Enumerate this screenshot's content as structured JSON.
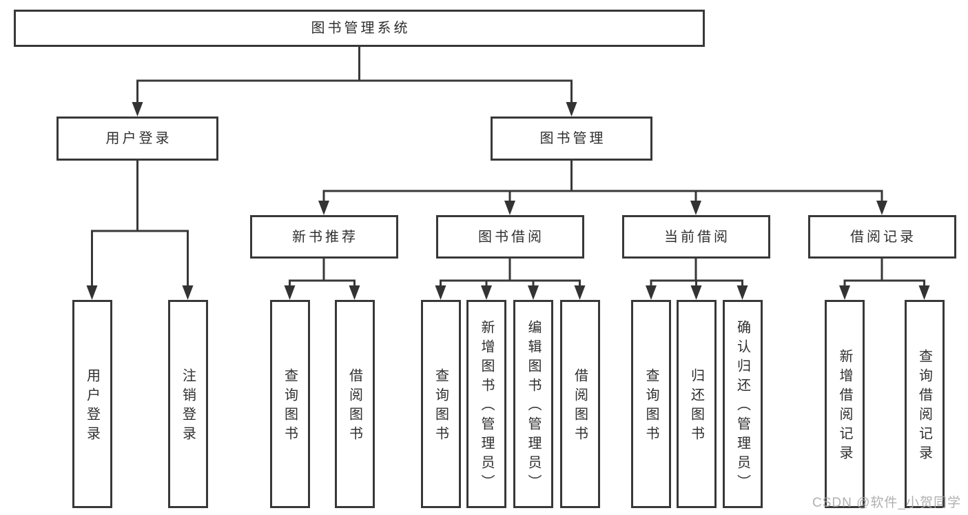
{
  "diagram": {
    "root": {
      "label": "图书管理系统"
    },
    "level2": [
      {
        "label": "用户登录"
      },
      {
        "label": "图书管理"
      }
    ],
    "level3": [
      {
        "label": "新书推荐"
      },
      {
        "label": "图书借阅"
      },
      {
        "label": "当前借阅"
      },
      {
        "label": "借阅记录"
      }
    ],
    "leaves": [
      {
        "label": "用户登录"
      },
      {
        "label": "注销登录"
      },
      {
        "label": "查询图书"
      },
      {
        "label": "借阅图书"
      },
      {
        "label": "查询图书"
      },
      {
        "label": "新增图书（管理员）"
      },
      {
        "label": "编辑图书（管理员）"
      },
      {
        "label": "借阅图书"
      },
      {
        "label": "查询图书"
      },
      {
        "label": "归还图书"
      },
      {
        "label": "确认归还（管理员）"
      },
      {
        "label": "新增借阅记录"
      },
      {
        "label": "查询借阅记录"
      }
    ],
    "watermark": "CSDN @软件_小贺同学"
  },
  "colors": {
    "line": "#383838",
    "box_border": "#383838",
    "text": "#2f2f2f",
    "watermark": "#a8a8a8",
    "background": "#ffffff"
  }
}
